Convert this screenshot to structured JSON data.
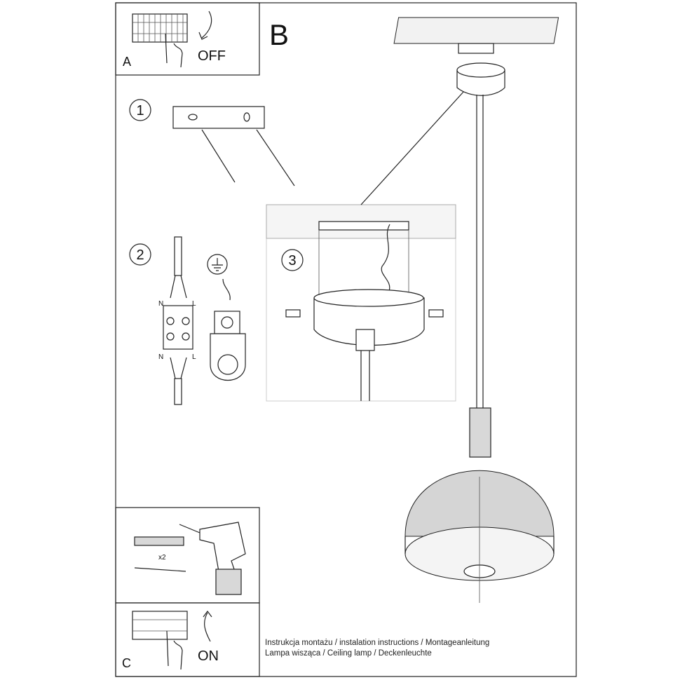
{
  "panels": {
    "a": {
      "label": "A",
      "action": "OFF"
    },
    "b": {
      "label": "B"
    },
    "c": {
      "label": "C",
      "action": "ON"
    }
  },
  "steps": [
    {
      "number": "1"
    },
    {
      "number": "2",
      "terminal_labels": [
        "N",
        "L",
        "N",
        "L"
      ]
    },
    {
      "number": "3"
    }
  ],
  "tools": {
    "quantity": "x2"
  },
  "footer": {
    "line1": "Instrukcja montażu / instalation instructions / Montageanleitung",
    "line2": "Lampa wisząca / Ceiling lamp  / Deckenleuchte"
  }
}
